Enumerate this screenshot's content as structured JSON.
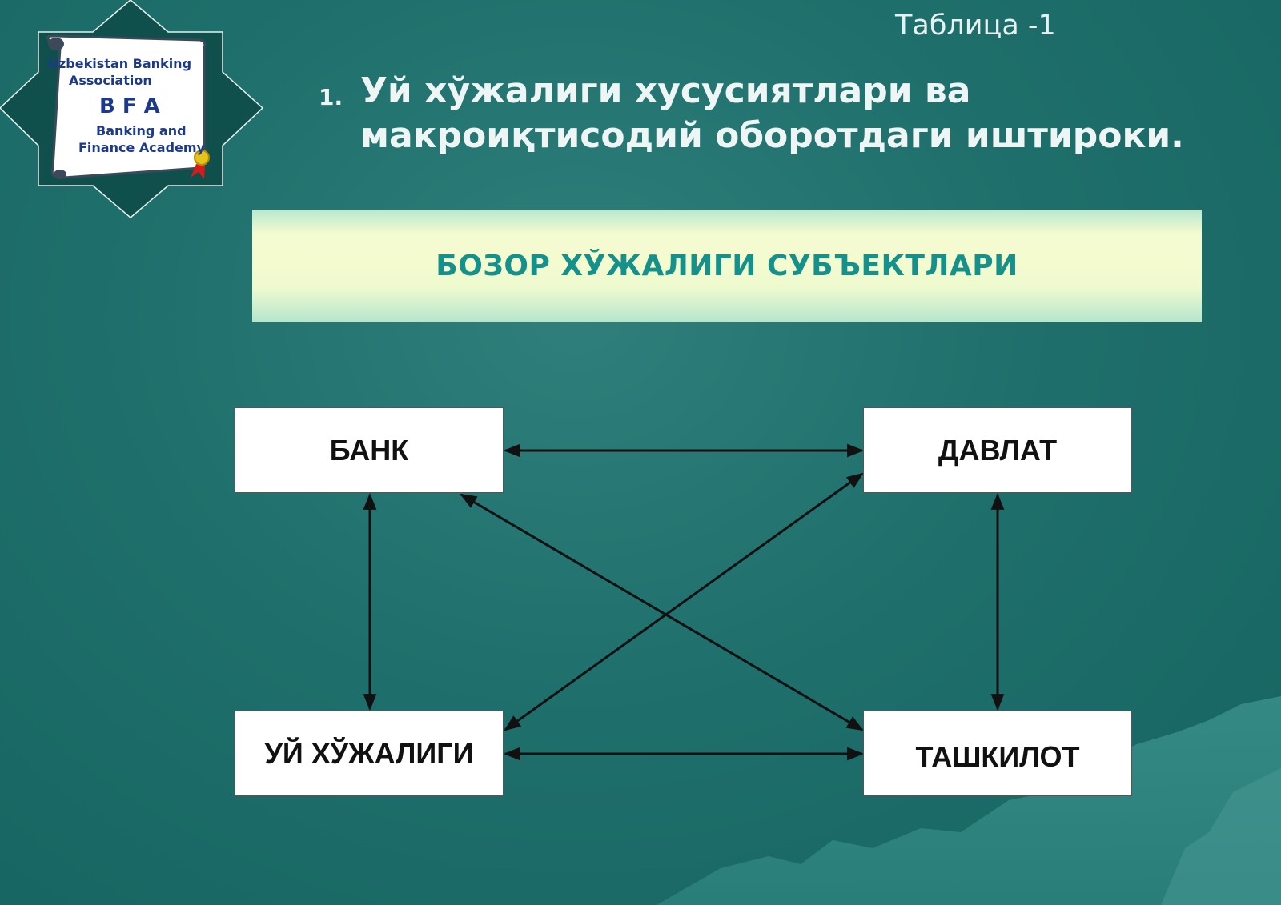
{
  "slide": {
    "table_label": "Таблица -1",
    "title_number": "1.",
    "title_line1": "Уй хўжалиги хусусиятлари ва",
    "title_line2": "макроиқтисодий оборотдаги иштироки."
  },
  "logo": {
    "line1": "Uzbekistan Banking",
    "line2": "Association",
    "abbr": "B F A",
    "line3": "Banking and",
    "line4": "Finance Academy"
  },
  "banner": {
    "label": "БОЗОР ХЎЖАЛИГИ СУБЪЕКТЛАРИ"
  },
  "nodes": {
    "bank": "БАНК",
    "davlat": "ДАВЛАТ",
    "uy": "УЙ ХЎЖАЛИГИ",
    "tashkilot": "ТАШКИЛОТ"
  },
  "colors": {
    "background": "#1f6f6c",
    "banner_text": "#16908b",
    "logo_text": "#1d3a8a",
    "arrow": "#111111"
  }
}
